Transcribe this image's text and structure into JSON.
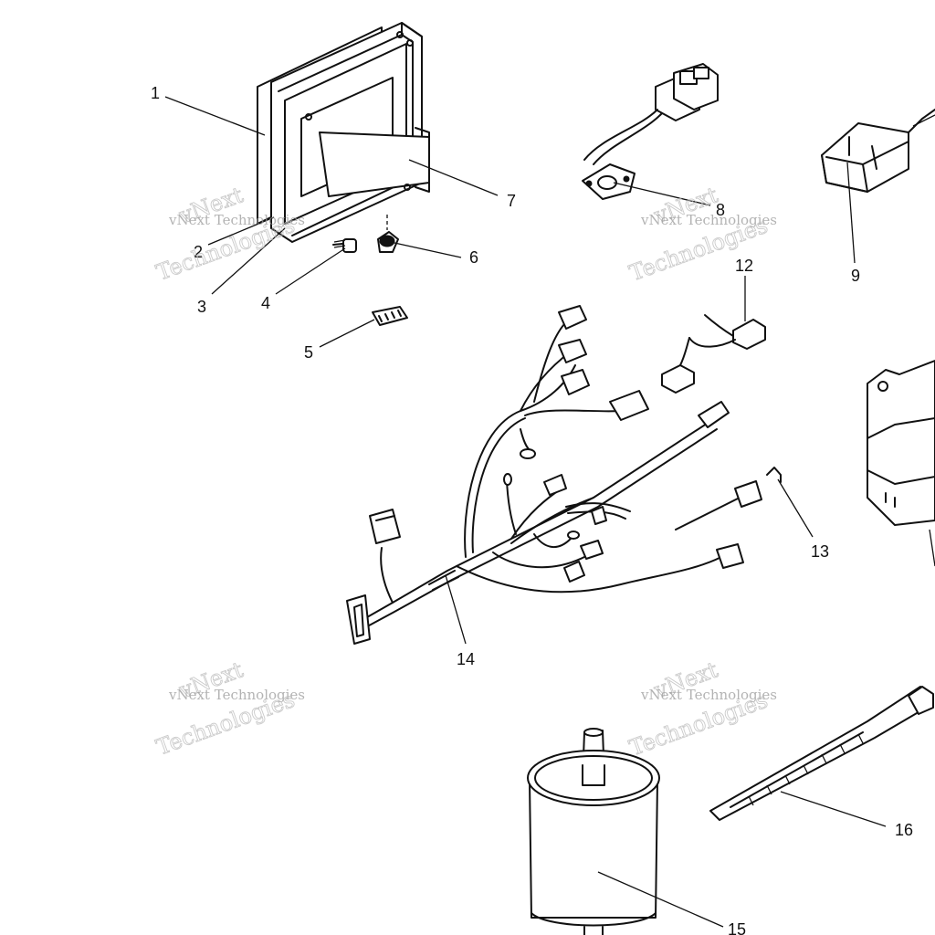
{
  "callouts": [
    "1",
    "2",
    "3",
    "4",
    "5",
    "6",
    "7",
    "8",
    "9",
    "12",
    "13",
    "14",
    "15",
    "16"
  ],
  "watermark": {
    "line1": "vNext",
    "line2": "vNext Technologies",
    "line3": "Technologies"
  },
  "colors": {
    "ink": "#111111",
    "background": "#ffffff",
    "watermark": "#9a9a9a"
  }
}
